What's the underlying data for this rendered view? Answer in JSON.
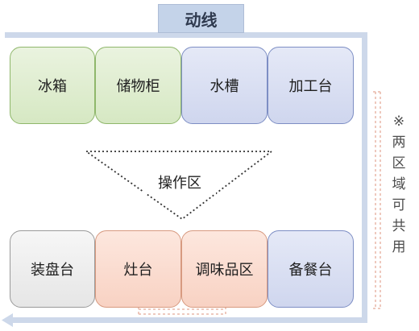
{
  "diagram": {
    "title": "动线",
    "top_row": [
      {
        "label": "冰箱",
        "color": "green"
      },
      {
        "label": "储物柜",
        "color": "green"
      },
      {
        "label": "水槽",
        "color": "blue"
      },
      {
        "label": "加工台",
        "color": "blue"
      }
    ],
    "bottom_row": [
      {
        "label": "装盘台",
        "color": "gray"
      },
      {
        "label": "灶台",
        "color": "orange"
      },
      {
        "label": "调味品区",
        "color": "orange"
      },
      {
        "label": "备餐台",
        "color": "blue"
      }
    ],
    "work_zone": "操作区",
    "note": "※两区域可共用",
    "colors": {
      "title_bg": "#c4d3e9",
      "frame": "#cdd8ea",
      "green": "#d6e8c3",
      "blue": "#cfd6ee",
      "gray": "#e6e6e6",
      "orange": "#f8d2c3",
      "dashed_connector": "#e8b7a8"
    }
  }
}
